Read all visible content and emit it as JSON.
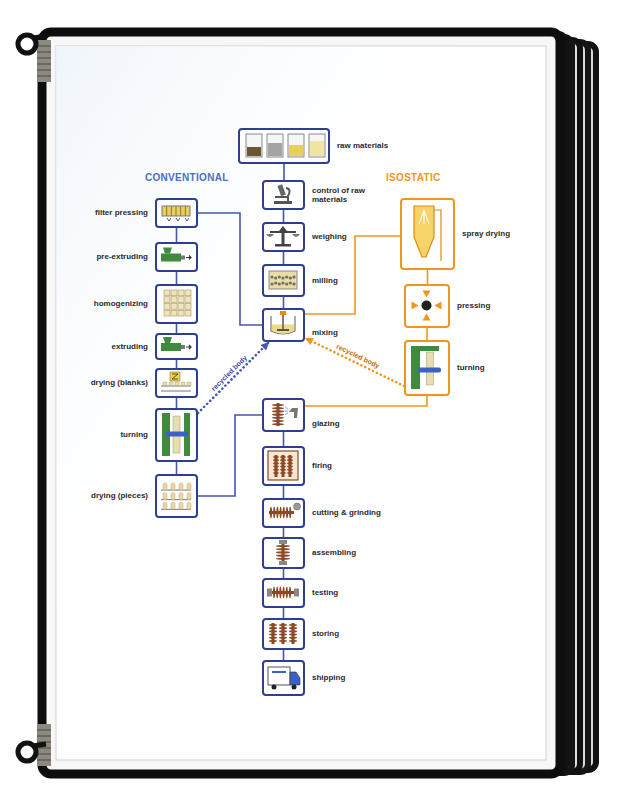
{
  "diagram": {
    "nodes": [
      {
        "text": [
          "raw materials"
        ]
      },
      {
        "text": [
          "control of raw materials"
        ]
      },
      {
        "text": [
          "weighing"
        ]
      },
      {
        "text": [
          "milling"
        ]
      },
      {
        "text": [
          "mixing"
        ]
      },
      {
        "text": [
          "filter pressing"
        ]
      },
      {
        "text": [
          "pre-extruding"
        ]
      },
      {
        "text": [
          "homogenizing"
        ]
      },
      {
        "text": [
          "extruding"
        ]
      },
      {
        "text": [
          "drying (blanks)"
        ]
      },
      {
        "text": [
          "turning"
        ]
      },
      {
        "text": [
          "drying (pieces)"
        ]
      },
      {
        "text": [
          "spray drying"
        ]
      },
      {
        "text": [
          "pressing"
        ]
      },
      {
        "text": [
          "turning"
        ]
      },
      {
        "text": [
          "glazing"
        ]
      },
      {
        "text": [
          "firing"
        ]
      },
      {
        "text": [
          "cutting & grinding"
        ]
      },
      {
        "text": [
          "assembling"
        ]
      },
      {
        "text": [
          "testing"
        ]
      },
      {
        "text": [
          "storing"
        ]
      },
      {
        "text": [
          "shipping"
        ]
      }
    ],
    "edges": [
      {
        "from": 0,
        "to": 1,
        "arrow": "none"
      },
      {
        "from": 1,
        "to": 2,
        "arrow": "none"
      },
      {
        "from": 2,
        "to": 3,
        "arrow": "none"
      },
      {
        "from": 3,
        "to": 4,
        "arrow": "none"
      },
      {
        "from": 4,
        "to": 5,
        "arrow": "none"
      },
      {
        "from": 5,
        "to": 6,
        "arrow": "none"
      },
      {
        "from": 6,
        "to": 7,
        "arrow": "none"
      },
      {
        "from": 7,
        "to": 8,
        "arrow": "none"
      },
      {
        "from": 8,
        "to": 9,
        "arrow": "none"
      },
      {
        "from": 9,
        "to": 10,
        "arrow": "none"
      },
      {
        "from": 10,
        "to": 11,
        "arrow": "none"
      },
      {
        "from": 11,
        "to": 15,
        "arrow": "none"
      },
      {
        "from": 10,
        "to": 4,
        "arrow": "to",
        "label": "recycled body"
      },
      {
        "from": 4,
        "to": 12,
        "arrow": "none"
      },
      {
        "from": 12,
        "to": 13,
        "arrow": "none"
      },
      {
        "from": 13,
        "to": 14,
        "arrow": "none"
      },
      {
        "from": 14,
        "to": 15,
        "arrow": "none"
      },
      {
        "from": 14,
        "to": 4,
        "arrow": "to",
        "label": "recycled body"
      },
      {
        "from": 15,
        "to": 16,
        "arrow": "none"
      },
      {
        "from": 16,
        "to": 17,
        "arrow": "none"
      },
      {
        "from": 17,
        "to": 18,
        "arrow": "none"
      },
      {
        "from": 18,
        "to": 19,
        "arrow": "none"
      },
      {
        "from": 19,
        "to": 20,
        "arrow": "none"
      },
      {
        "from": 20,
        "to": 21,
        "arrow": "none"
      }
    ],
    "labels": [
      "CONVENTIONAL",
      "ISOSTATIC"
    ]
  }
}
